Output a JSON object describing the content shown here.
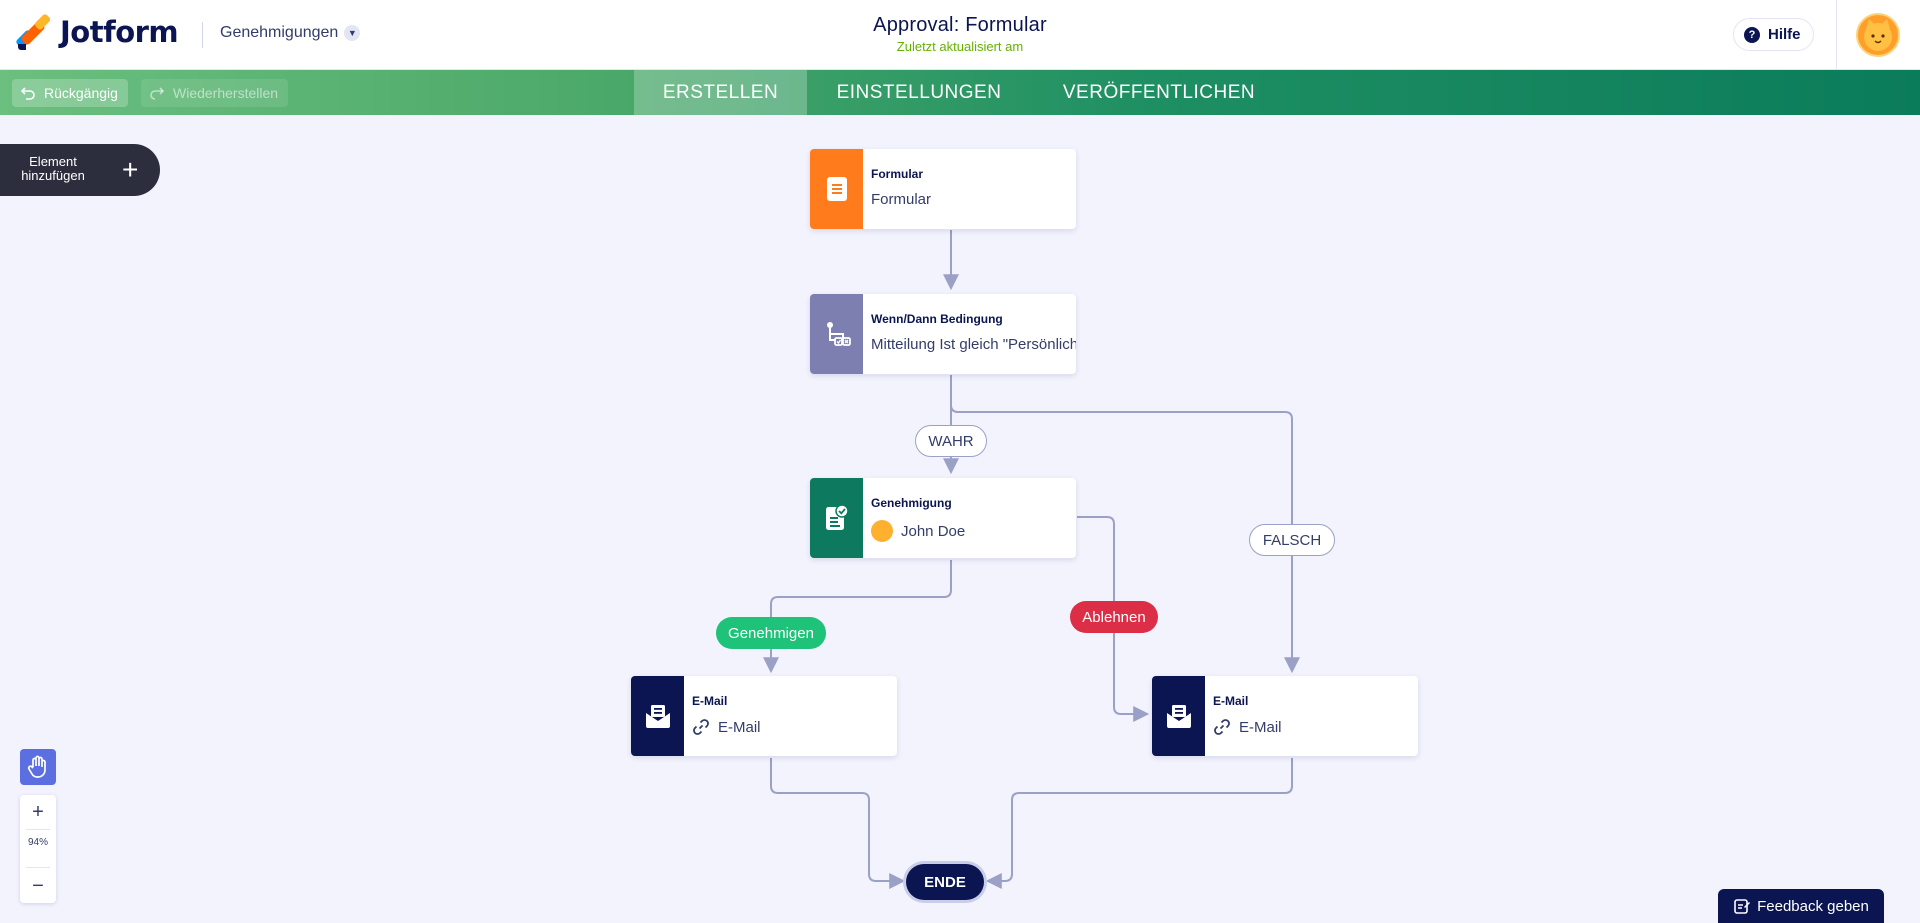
{
  "header": {
    "brand": "Jotform",
    "section_dropdown": "Genehmigungen",
    "title": "Approval: Formular",
    "subtitle": "Zuletzt aktualisiert am",
    "help_label": "Hilfe"
  },
  "toolbar": {
    "undo_label": "Rückgängig",
    "redo_label": "Wiederherstellen",
    "tabs": [
      {
        "label": "ERSTELLEN",
        "active": true
      },
      {
        "label": "EINSTELLUNGEN",
        "active": false
      },
      {
        "label": "VERÖFFENTLICHEN",
        "active": false
      }
    ]
  },
  "add_element": {
    "label": "Element hinzufügen"
  },
  "flow": {
    "nodes": [
      {
        "type": "form",
        "title": "Formular",
        "text": "Formular",
        "color": "#ff7b1c"
      },
      {
        "type": "condition",
        "title": "Wenn/Dann Bedingung",
        "text": "Mitteilung Ist gleich \"Persönlich\"",
        "color": "#7d7fb0"
      },
      {
        "type": "approval",
        "title": "Genehmigung",
        "text": "John Doe",
        "color": "#0d7a5f"
      },
      {
        "type": "email",
        "title": "E-Mail",
        "text": "E-Mail",
        "color": "#0a1551"
      },
      {
        "type": "email",
        "title": "E-Mail",
        "text": "E-Mail",
        "color": "#0a1551"
      }
    ],
    "labels": {
      "true": "WAHR",
      "false": "FALSCH",
      "approve": "Genehmigen",
      "reject": "Ablehnen",
      "end": "ENDE"
    }
  },
  "zoom": {
    "plus": "+",
    "level": "94%",
    "minus": "−"
  },
  "feedback_label": "Feedback geben",
  "colors": {
    "approve": "#1ec278",
    "reject": "#dc2f47",
    "connector": "#9ba0c6",
    "navy": "#0a1551"
  }
}
